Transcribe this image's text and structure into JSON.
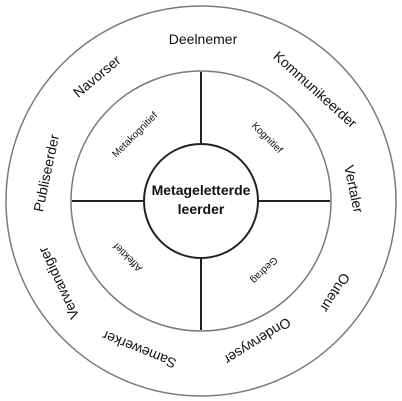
{
  "center": {
    "line1": "Metageletterde",
    "line2": "leerder"
  },
  "inner_ring": {
    "metakognitief": "Metakognitief",
    "kognitief": "Kognitief",
    "affektief": "Affektief",
    "gedrag": "Gedrag"
  },
  "outer_ring": {
    "deelnemer": "Deelnemer",
    "kommunikeerder": "Kommunikeerder",
    "vertaler": "Vertaler",
    "outeur": "Outeur",
    "onderwyser": "Onderwyser",
    "samewerker": "Samewerker",
    "verwandiger": "Verwandiger",
    "publiseerder": "Publiseerder",
    "navorser": "Navorser"
  }
}
